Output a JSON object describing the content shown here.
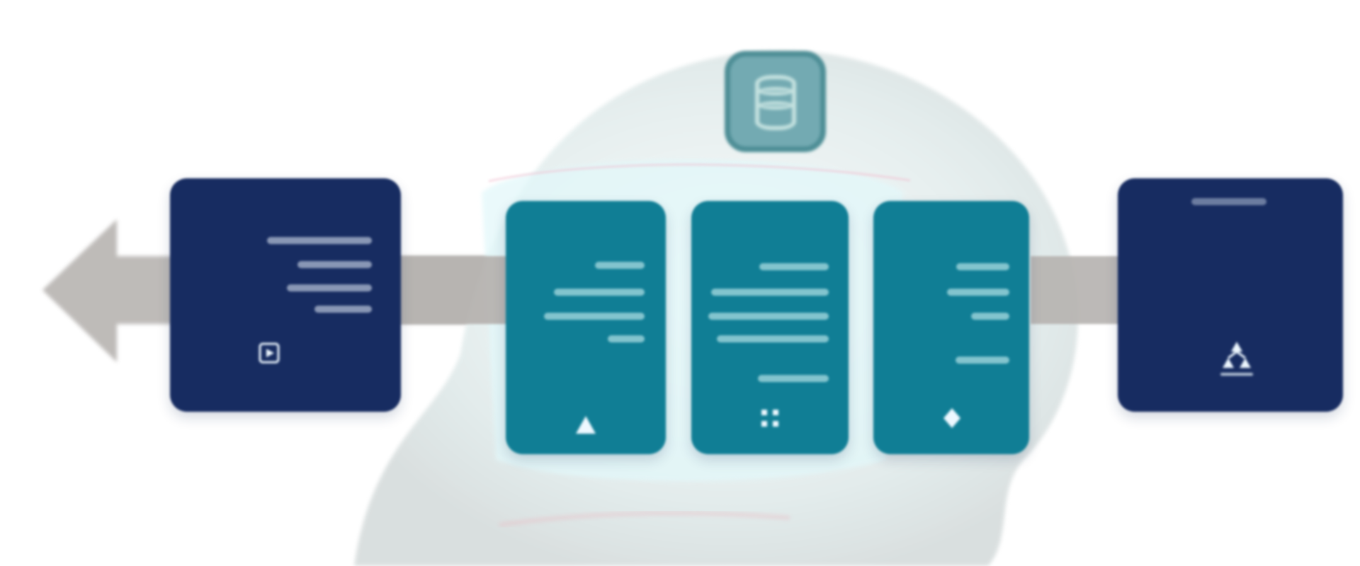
{
  "diagram": {
    "center_label": "",
    "cards": [
      {
        "id": "left-dark-card",
        "title": "",
        "icon": "play-icon",
        "tone": "dark"
      },
      {
        "id": "teal-card-1",
        "title": "",
        "icon": "triangle-icon",
        "tone": "teal"
      },
      {
        "id": "teal-card-2",
        "title": "",
        "icon": "grid-icon",
        "tone": "teal"
      },
      {
        "id": "teal-card-3",
        "title": "",
        "icon": "diamond-icon",
        "tone": "teal"
      },
      {
        "id": "right-dark-card",
        "title": "",
        "icon": "network-icon",
        "tone": "dark"
      }
    ],
    "colors": {
      "arrow": "#b7b4b1",
      "dark_card": "#172c61",
      "teal_card": "#107e95",
      "halo": "#dceceb",
      "center_icon": "#73aab2",
      "accent_label": "#c9426c"
    }
  }
}
